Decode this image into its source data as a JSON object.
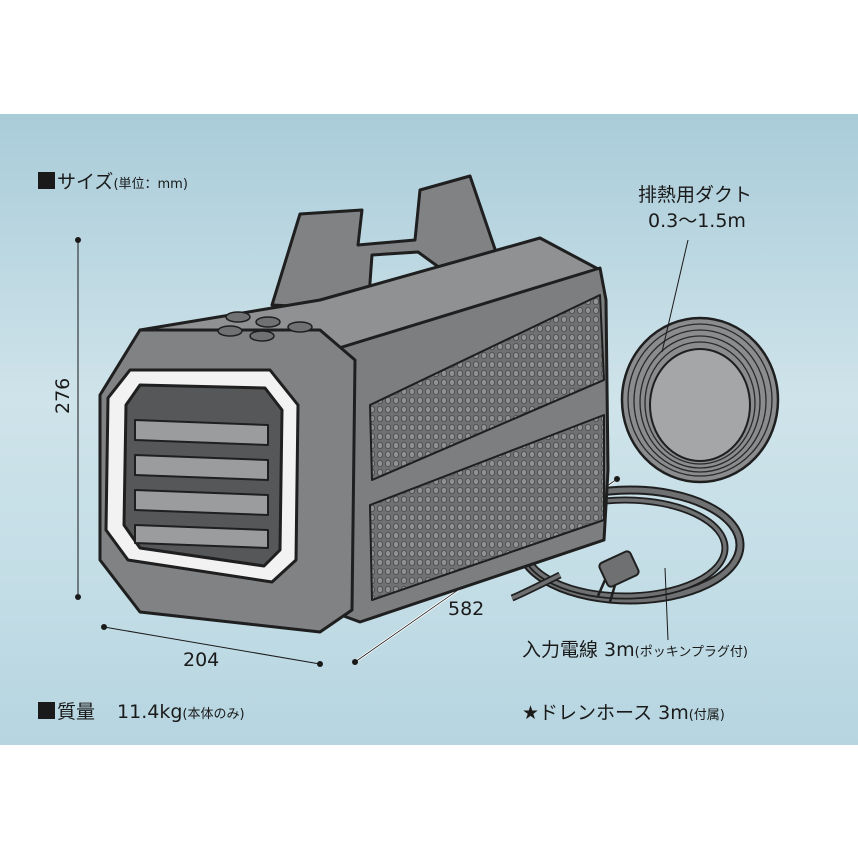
{
  "size_heading": {
    "main": "サイズ",
    "unit": "(単位：mm)"
  },
  "dimensions": {
    "height": "276",
    "width": "204",
    "depth": "582"
  },
  "duct_label": {
    "line1": "排熱用ダクト",
    "line2": "0.3〜1.5m"
  },
  "power_cord": {
    "main": "入力電線 3m",
    "note": "(ポッキンプラグ付)"
  },
  "weight": {
    "label": "質量",
    "value": "11.4kg",
    "note": "(本体のみ)"
  },
  "drain_hose": {
    "main": "★ドレンホース 3m",
    "note": "(付属)"
  },
  "colors": {
    "panel_top": "#a9ccd9",
    "panel_bottom": "#b6d5e0",
    "body": "#808284",
    "outline": "#1f1f1f"
  }
}
